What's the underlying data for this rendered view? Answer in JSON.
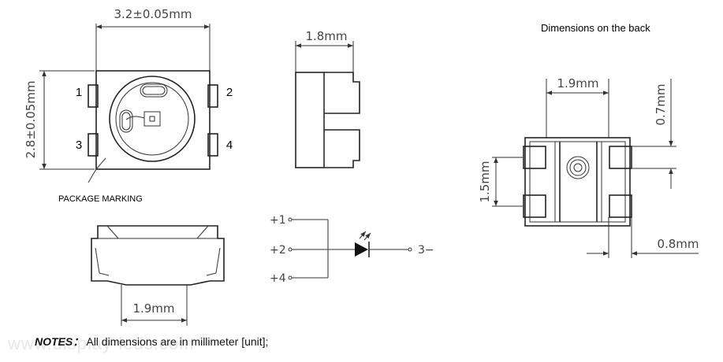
{
  "top_view": {
    "width_dim": "3.2±0.05mm",
    "height_dim": "2.8±0.05mm",
    "pins": [
      "1",
      "2",
      "3",
      "4"
    ],
    "marking_label": "PACKAGE MARKING"
  },
  "side_view": {
    "depth_dim": "1.8mm"
  },
  "bottom_front_view": {
    "dim": "1.9mm"
  },
  "circuit": {
    "pin1": "+1",
    "pin2": "+2",
    "pin4": "+4",
    "pin3": "3−"
  },
  "back_view": {
    "title": "Dimensions on the back",
    "dim_top": "1.9mm",
    "dim_right": "0.7mm",
    "dim_left": "1.5mm",
    "dim_bottom": "0.8mm"
  },
  "notes": {
    "label": "NOTES：",
    "text": "All dimensions are in millimeter [unit];"
  },
  "watermark": "www.display-leds.com"
}
